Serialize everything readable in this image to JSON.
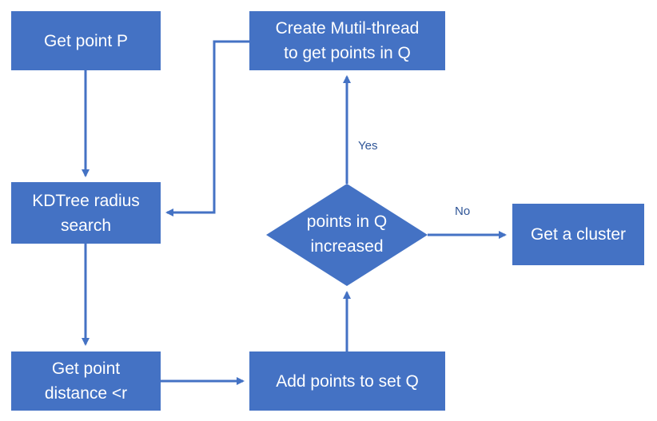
{
  "nodes": {
    "get_point_p": "Get point P",
    "create_thread": "Create Mutil-thread\nto get points in Q",
    "kdtree": "KDTree radius\nsearch",
    "points_increased": "points in Q\nincreased",
    "get_cluster": "Get a cluster",
    "get_point_distance": "Get point\ndistance <r",
    "add_points": "Add points to set Q"
  },
  "edge_labels": {
    "yes": "Yes",
    "no": "No"
  },
  "colors": {
    "box_fill": "#4472c4",
    "arrow": "#4472c4",
    "label": "#2f5597"
  }
}
